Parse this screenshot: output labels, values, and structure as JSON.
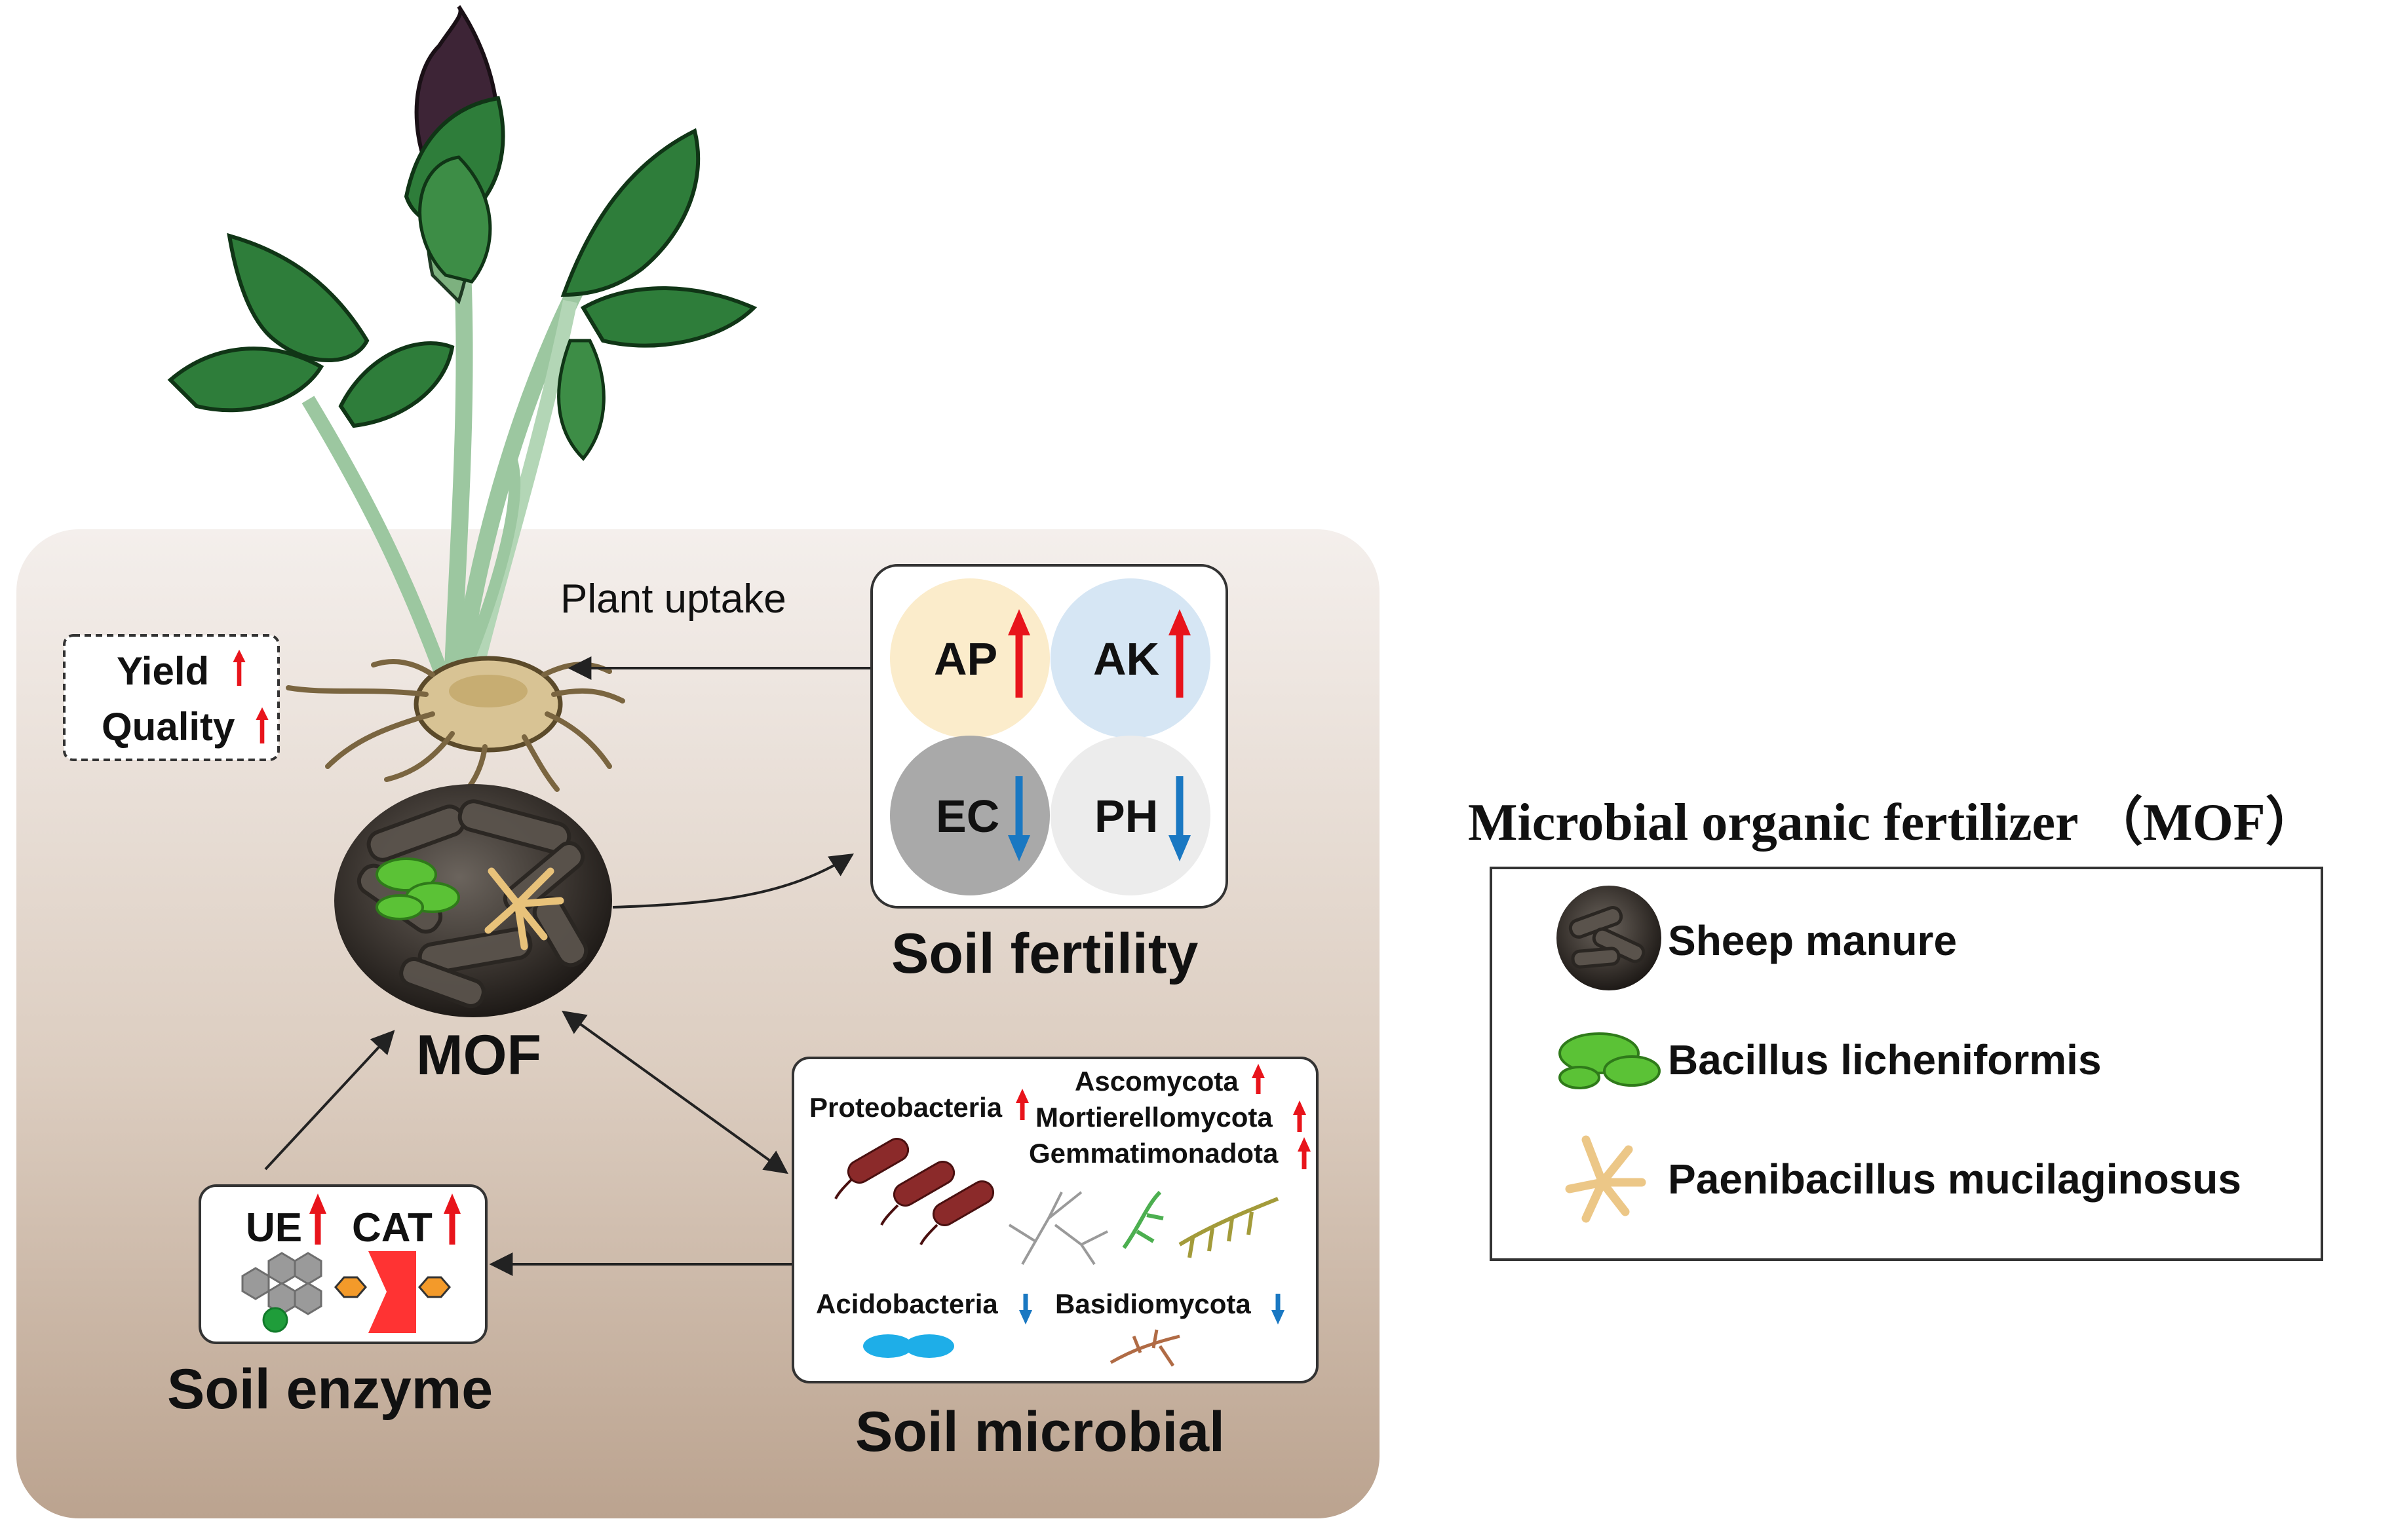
{
  "diagram": {
    "plant_uptake": "Plant uptake",
    "outcomes": {
      "yield": "Yield",
      "quality": "Quality"
    },
    "mof_label": "MOF",
    "soil_fertility": {
      "title": "Soil fertility",
      "ap": "AP",
      "ak": "AK",
      "ec": "EC",
      "ph": "PH"
    },
    "soil_enzyme": {
      "title": "Soil enzyme",
      "ue": "UE",
      "cat": "CAT"
    },
    "soil_microbial": {
      "title": "Soil microbial",
      "proteobacteria": "Proteobacteria",
      "ascomycota": "Ascomycota",
      "mortierellomycota": "Mortierellomycota",
      "gemmatimonadota": "Gemmatimonadota",
      "acidobacteria": "Acidobacteria",
      "basidiomycota": "Basidiomycota"
    }
  },
  "legend": {
    "title": "Microbial organic fertilizer （MOF）",
    "items": [
      {
        "label": "Sheep manure",
        "icon": "sheep-manure-icon"
      },
      {
        "label": "Bacillus licheniformis",
        "icon": "bacillus-icon"
      },
      {
        "label": "Paenibacillus mucilaginosus",
        "icon": "paenibacillus-icon"
      }
    ]
  },
  "colors": {
    "up_arrow": "#e8141b",
    "down_arrow": "#1a78c2",
    "leaf": "#2e7d3a",
    "ap_fill": "#fbeccb",
    "ak_fill": "#d6e6f4",
    "ec_fill": "#a9a9a9",
    "ph_fill": "#ececec"
  }
}
